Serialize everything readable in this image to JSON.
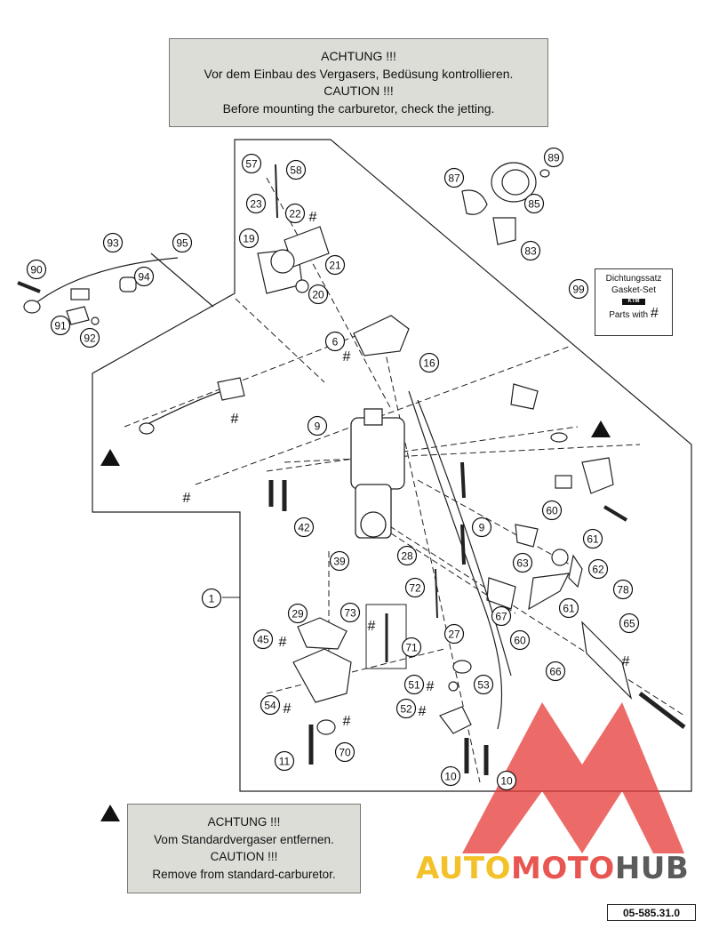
{
  "notes": {
    "top": [
      "ACHTUNG !!!",
      "Vor dem Einbau des Vergasers, Bedüsung kontrollieren.",
      "CAUTION !!!",
      "Before mounting the carburetor, check the jetting."
    ],
    "bottom": [
      "ACHTUNG !!!",
      "Vom Standardvergaser entfernen.",
      "CAUTION !!!",
      "Remove from standard-carburetor."
    ]
  },
  "gasket_box": {
    "line1": "Dichtungssatz",
    "line2": "Gasket-Set",
    "logo": "KTM",
    "line3": "Parts with",
    "hash": "#"
  },
  "doc_id": "05-585.31.0",
  "watermark": {
    "part1": "AUTO",
    "part2": "MOTO",
    "part3": "HUB"
  },
  "hash_symbol": "#",
  "part_numbers": [
    "57",
    "58",
    "23",
    "22",
    "19",
    "21",
    "20",
    "87",
    "89",
    "85",
    "83",
    "93",
    "95",
    "90",
    "94",
    "91",
    "92",
    "99",
    "6",
    "16",
    "9",
    "9",
    "42",
    "39",
    "28",
    "60",
    "61",
    "63",
    "62",
    "72",
    "67",
    "61",
    "73",
    "71",
    "27",
    "60",
    "78",
    "65",
    "66",
    "1",
    "29",
    "45",
    "54",
    "51",
    "52",
    "53",
    "11",
    "70",
    "10",
    "10"
  ],
  "colors": {
    "note_bg": "#ddddd8",
    "watermark_red": "#e53935",
    "watermark_yellow": "#f2b705",
    "watermark_grey": "#4a4a4a"
  }
}
